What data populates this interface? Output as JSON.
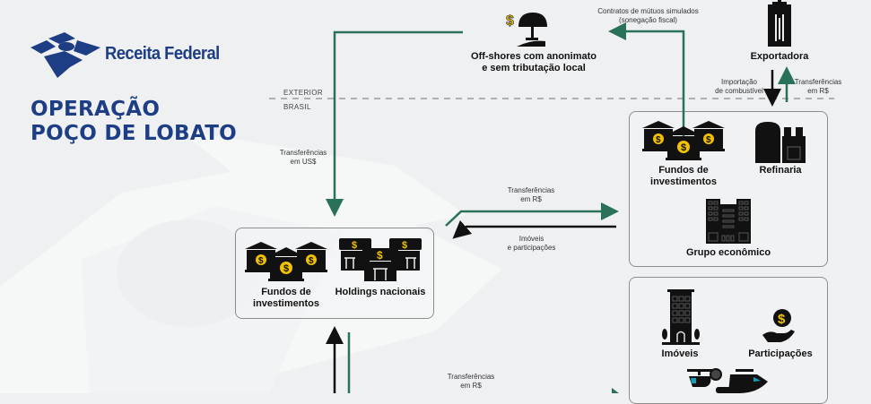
{
  "brand": {
    "logo_text": "Receita Federal",
    "title_line1": "OPERAÇÃO",
    "title_line2": "POÇO DE LOBATO",
    "primary_color": "#1d3e85"
  },
  "colors": {
    "flow_green": "#2a7159",
    "flow_black": "#111111",
    "dollar_yellow": "#f2c200",
    "boat_accent": "#1aa0b4"
  },
  "zones": {
    "exterior": "EXTERIOR",
    "brasil": "BRASIL"
  },
  "nodes": {
    "offshore": {
      "icon": "beach-umbrella-dollar-icon",
      "line1": "Off-shores com anonimato",
      "line2": "e sem tributação local"
    },
    "exportadora": {
      "icon": "skyscraper-icon",
      "label": "Exportadora"
    },
    "group_box": {
      "fundos": {
        "icon": "banks-dollar-icon",
        "line1": "Fundos de",
        "line2": "investimentos"
      },
      "refinaria": {
        "icon": "refinery-icon",
        "label": "Refinaria"
      },
      "grupo": {
        "icon": "office-building-icon",
        "label": "Grupo econômico"
      }
    },
    "national_box": {
      "fundos": {
        "icon": "banks-dollar-icon",
        "line1": "Fundos de",
        "line2": "investimentos"
      },
      "holdings": {
        "icon": "holdings-dollar-icon",
        "label": "Holdings nacionais"
      }
    },
    "assets_box": {
      "imoveis": {
        "icon": "apartment-building-icon",
        "label": "Imóveis"
      },
      "participacoes": {
        "icon": "hand-dollar-icon",
        "label": "Participações"
      },
      "vehicles": {
        "icon": "helicopter-car-boat-icon"
      }
    }
  },
  "flows": {
    "mutuos": {
      "line1": "Contratos de mútuos simulados",
      "line2": "(sonegação fiscal)"
    },
    "importacao": {
      "line1": "Importação",
      "line2": "de combustível"
    },
    "transf_export": {
      "line1": "Transferências",
      "line2": "em R$"
    },
    "transf_usd": {
      "line1": "Transferências",
      "line2": "em US$"
    },
    "transf_mid": {
      "line1": "Transferências",
      "line2": "em R$"
    },
    "imoveis_part": {
      "line1": "Imóveis",
      "line2": "e participações"
    },
    "transf_bottom": {
      "line1": "Transferências",
      "line2": "em R$"
    }
  }
}
